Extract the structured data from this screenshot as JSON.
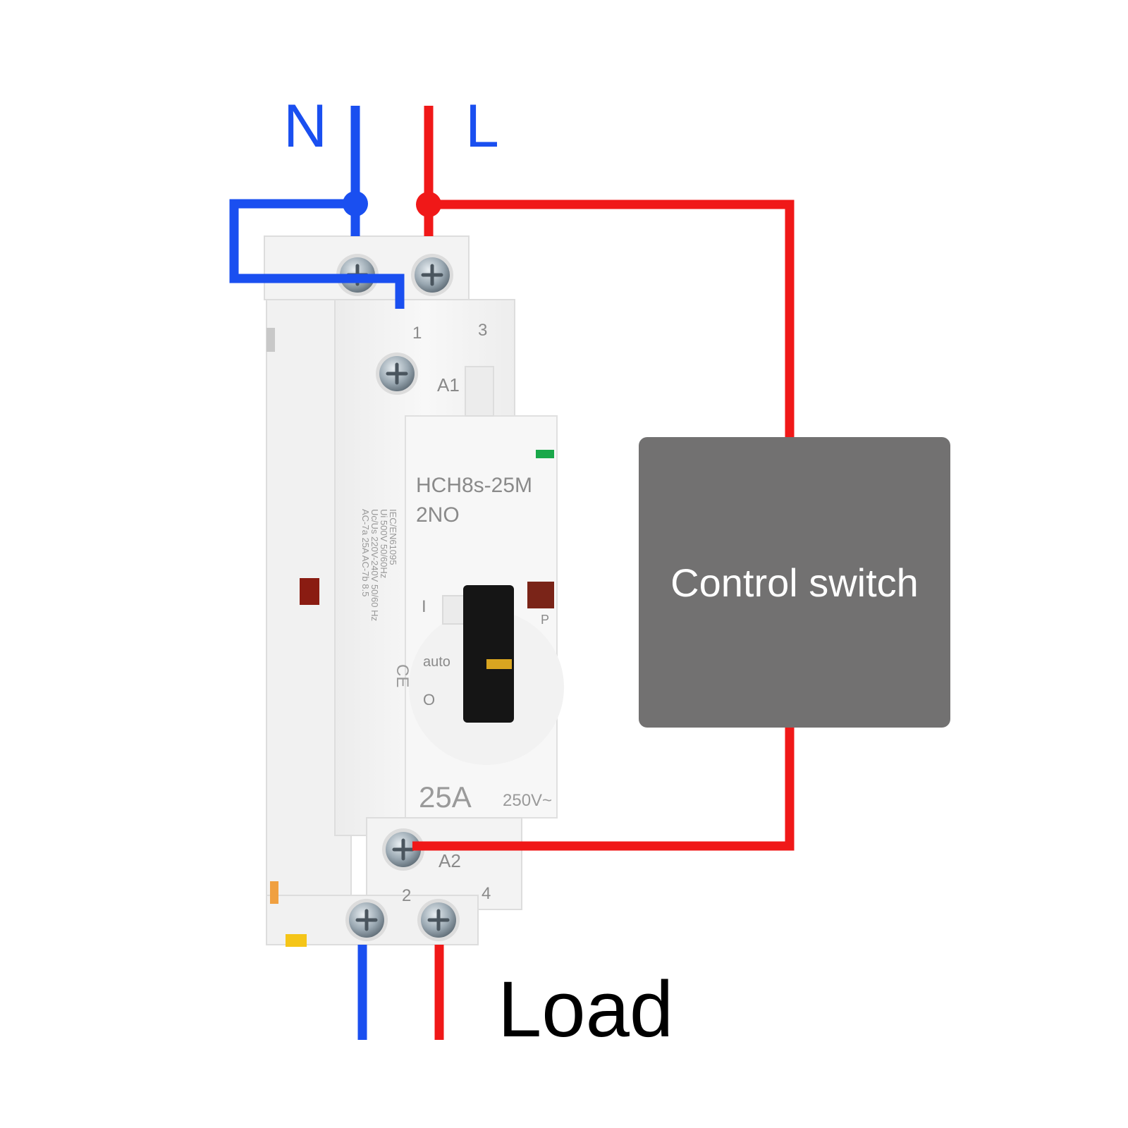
{
  "labels": {
    "neutral": "N",
    "line": "L",
    "load": "Load",
    "control_switch": "Control switch"
  },
  "device": {
    "model": "HCH8s-25M",
    "contacts": "2NO",
    "rating_current": "25A",
    "rating_voltage": "250V~",
    "terminal_1": "1",
    "terminal_3": "3",
    "terminal_2": "2",
    "terminal_4": "4",
    "coil_a1": "A1",
    "coil_a2": "A2",
    "switch_on_mark": "I",
    "switch_auto_mark": "auto",
    "switch_off_mark": "O",
    "lock_mark": "P",
    "cert_mark": "CE",
    "spec_lines": [
      "IEC/EN61095",
      "Ui 500V 50/60Hz",
      "Uc/Us 220V-240V 50/60 Hz",
      "AC-7a 25A AC-7b 8.5"
    ]
  },
  "colors": {
    "neutral_wire": "#1a4ff0",
    "line_wire": "#f01818",
    "control_box": "#727171",
    "control_text": "#ffffff",
    "indicator": "#1aa84a",
    "device_body": "#f4f4f4"
  },
  "icons": {
    "terminal_screw": "screw-icon",
    "junction": "junction-dot-icon"
  }
}
